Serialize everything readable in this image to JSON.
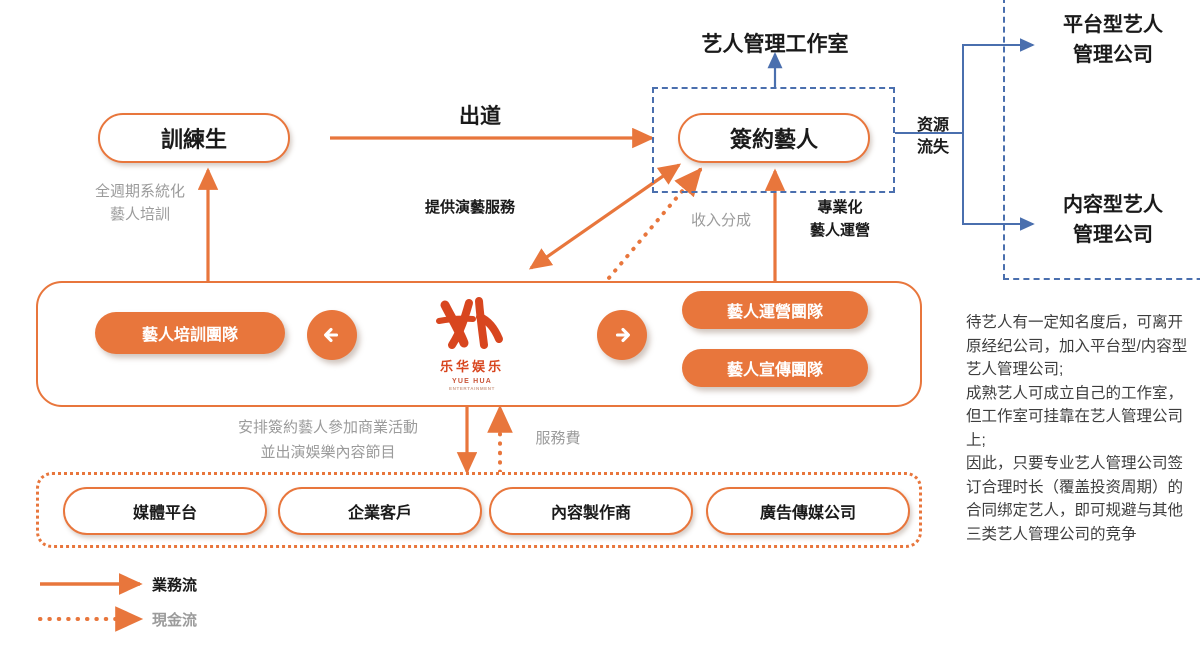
{
  "colors": {
    "orange": "#e8763c",
    "orange_light": "#ef8f5c",
    "blue": "#4a6fae",
    "gray_text": "#9b9b9b",
    "dark_text": "#1a1a1a",
    "logo_red": "#d8461f"
  },
  "nodes": {
    "trainee": "訓練生",
    "signed_artist": "簽約藝人",
    "artist_studio_title": "艺人管理工作室",
    "platform_company": "平台型艺人\n管理公司",
    "content_company": "内容型艺人\n管理公司",
    "training_team": "藝人培訓團隊",
    "operation_team": "藝人運營團隊",
    "promotion_team": "藝人宣傳團隊"
  },
  "logo": {
    "cn": "乐华娱乐",
    "en": "YUE HUA",
    "en2": "ENTERTAINMENT"
  },
  "flow_labels": {
    "debut": "出道",
    "full_cycle_training": "全週期系統化\n藝人培訓",
    "provide_services": "提供演藝服務",
    "revenue_share": "收入分成",
    "professional_operation": "專業化\n藝人運營",
    "resource_loss": "资源\n流失",
    "arrange_commercial": "安排簽約藝人參加商業活動\n並出演娛樂內容節目",
    "service_fee": "服務費"
  },
  "clients": [
    "媒體平台",
    "企業客戶",
    "內容製作商",
    "廣告傳媒公司"
  ],
  "legend": [
    {
      "label": "業務流",
      "style": "solid"
    },
    {
      "label": "現金流",
      "style": "dotted"
    }
  ],
  "notes": {
    "text": "待艺人有一定知名度后，可离开原经纪公司，加入平台型/内容型艺人管理公司;\n成熟艺人可成立自己的工作室，但工作室可挂靠在艺人管理公司上;\n因此，只要专业艺人管理公司签订合理时长（覆盖投资周期）的合同绑定艺人，即可规避与其他三类艺人管理公司的竞争"
  }
}
